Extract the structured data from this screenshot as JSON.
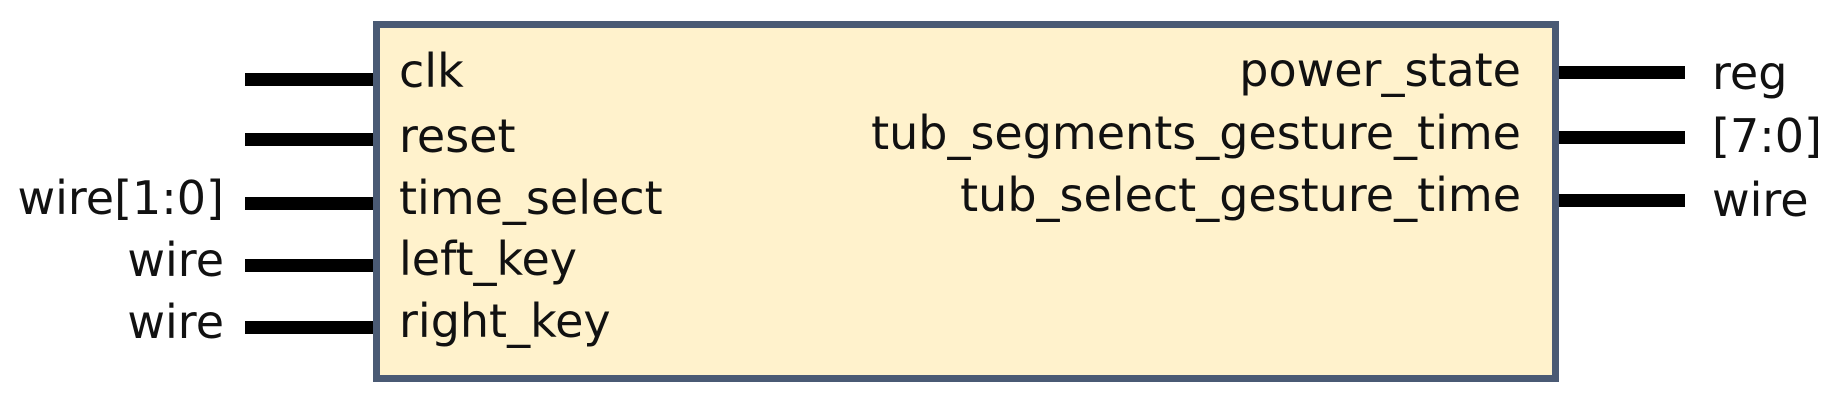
{
  "module": {
    "inputs": [
      {
        "name": "clk",
        "type": ""
      },
      {
        "name": "reset",
        "type": ""
      },
      {
        "name": "time_select",
        "type": "wire[1:0]"
      },
      {
        "name": "left_key",
        "type": "wire"
      },
      {
        "name": "right_key",
        "type": "wire"
      }
    ],
    "outputs": [
      {
        "name": "power_state",
        "type": "reg"
      },
      {
        "name": "tub_segments_gesture_time",
        "type": "[7:0]"
      },
      {
        "name": "tub_select_gesture_time",
        "type": "wire"
      }
    ]
  },
  "colors": {
    "box_fill": "#fff2cc",
    "box_border": "#4a5a74",
    "pin": "#000000",
    "text": "#111111"
  }
}
